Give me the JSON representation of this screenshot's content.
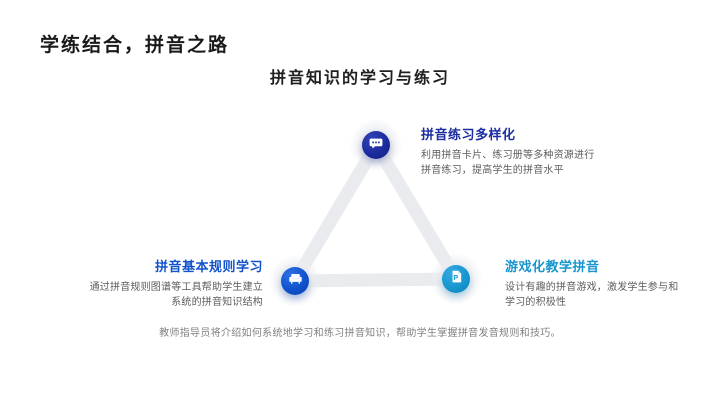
{
  "slide": {
    "title": "学练结合，拼音之路",
    "subtitle": "拼音知识的学习与练习",
    "footer": "教师指导员将介绍如何系统地学习和练习拼音知识，帮助学生掌握拼音发音规则和技巧。"
  },
  "diagram": {
    "type": "triangle-cycle",
    "connector_color": "#e9ebee",
    "nodes": [
      {
        "position": "top",
        "icon": "chat-message-icon",
        "circle_color": "#1c2b9d",
        "title": "拼音练习多样化",
        "title_color": "#1b2da0",
        "desc": "利用拼音卡片、练习册等多种资源进行拼音练习，提高学生的拼音水平"
      },
      {
        "position": "bottom-left",
        "icon": "sofa-icon",
        "circle_color": "#0f52cc",
        "title": "拼音基本规则学习",
        "title_color": "#1253cd",
        "desc": "通过拼音规则图谱等工具帮助学生建立系统的拼音知识结构"
      },
      {
        "position": "bottom-right",
        "icon": "document-p-icon",
        "circle_color": "#1697d0",
        "title": "游戏化教学拼音",
        "title_color": "#1795cf",
        "desc": "设计有趣的拼音游戏，激发学生参与和学习的积极性"
      }
    ]
  }
}
